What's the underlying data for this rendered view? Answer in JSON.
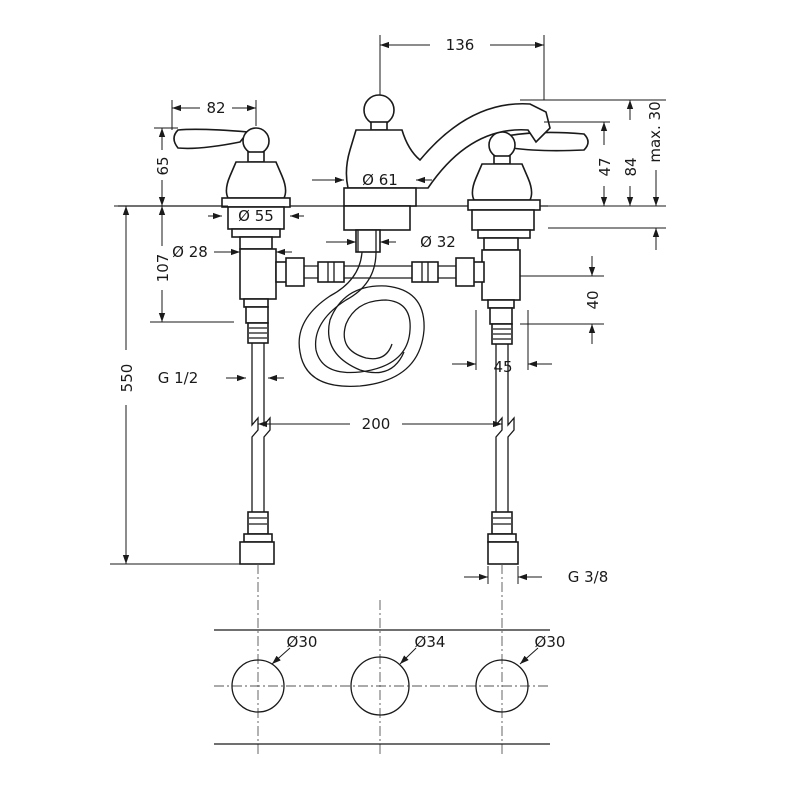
{
  "dimensions": {
    "spout_reach": "136",
    "handle_reach": "82",
    "handle_height": "65",
    "max_30": "max. 30",
    "spout_47": "47",
    "spout_84": "84",
    "base_55": "Ø 55",
    "spout_61": "Ø 61",
    "shank_28": "Ø 28",
    "shank_32": "Ø 32",
    "height_107": "107",
    "valve_40": "40",
    "height_550": "550",
    "thread_half": "G 1/2",
    "width_45": "45",
    "spacing_200": "200",
    "thread_38": "G 3/8",
    "hole_left": "Ø30",
    "hole_center": "Ø34",
    "hole_right": "Ø30"
  }
}
